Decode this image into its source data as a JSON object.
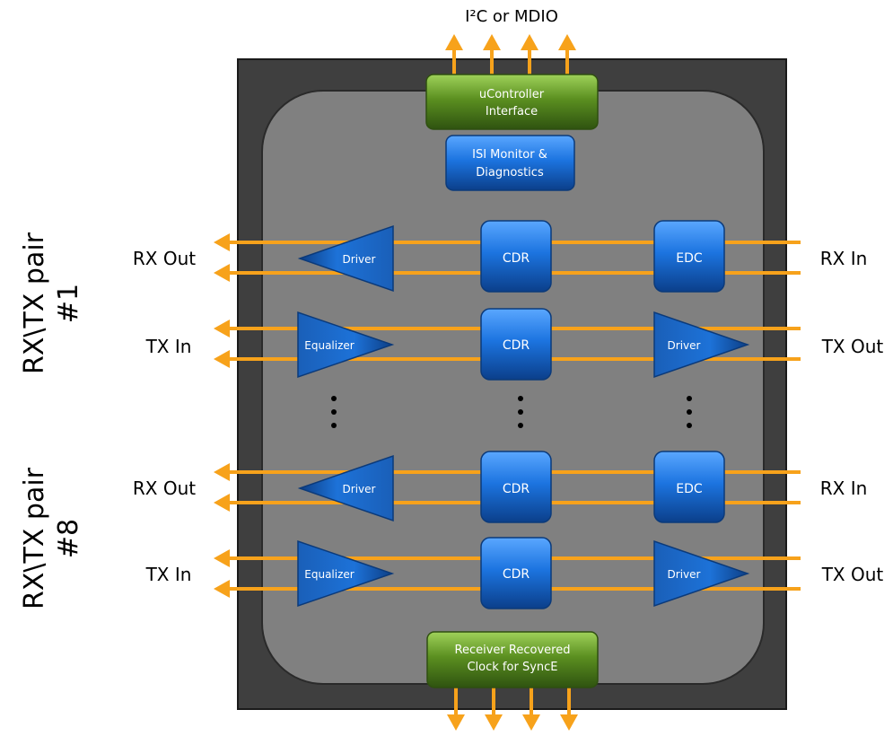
{
  "top_interface_label": "I²C or MDIO",
  "bottom_interface_label": "",
  "blocks": {
    "ucontroller_line1": "uController",
    "ucontroller_line2": "Interface",
    "isi_line1": "ISI Monitor &",
    "isi_line2": "Diagnostics",
    "recovered_clock_line1": "Receiver Recovered",
    "recovered_clock_line2": "Clock for SyncE",
    "cdr": "CDR",
    "edc": "EDC",
    "driver": "Driver",
    "equalizer": "Equalizer"
  },
  "ports": {
    "rx_out": "RX Out",
    "rx_in": "RX In",
    "tx_in": "TX In",
    "tx_out": "TX Out"
  },
  "pairs": [
    {
      "line1": "RX\\TX pair",
      "line2": "#1"
    },
    {
      "line1": "RX\\TX pair",
      "line2": "#8"
    }
  ],
  "colors": {
    "signal_orange": "#f7a21b",
    "chip_outer": "#3f3f3f",
    "chip_inner": "#7f7f7f",
    "block_blue": "#1f6fd1",
    "block_green": "#5a8a1e"
  }
}
